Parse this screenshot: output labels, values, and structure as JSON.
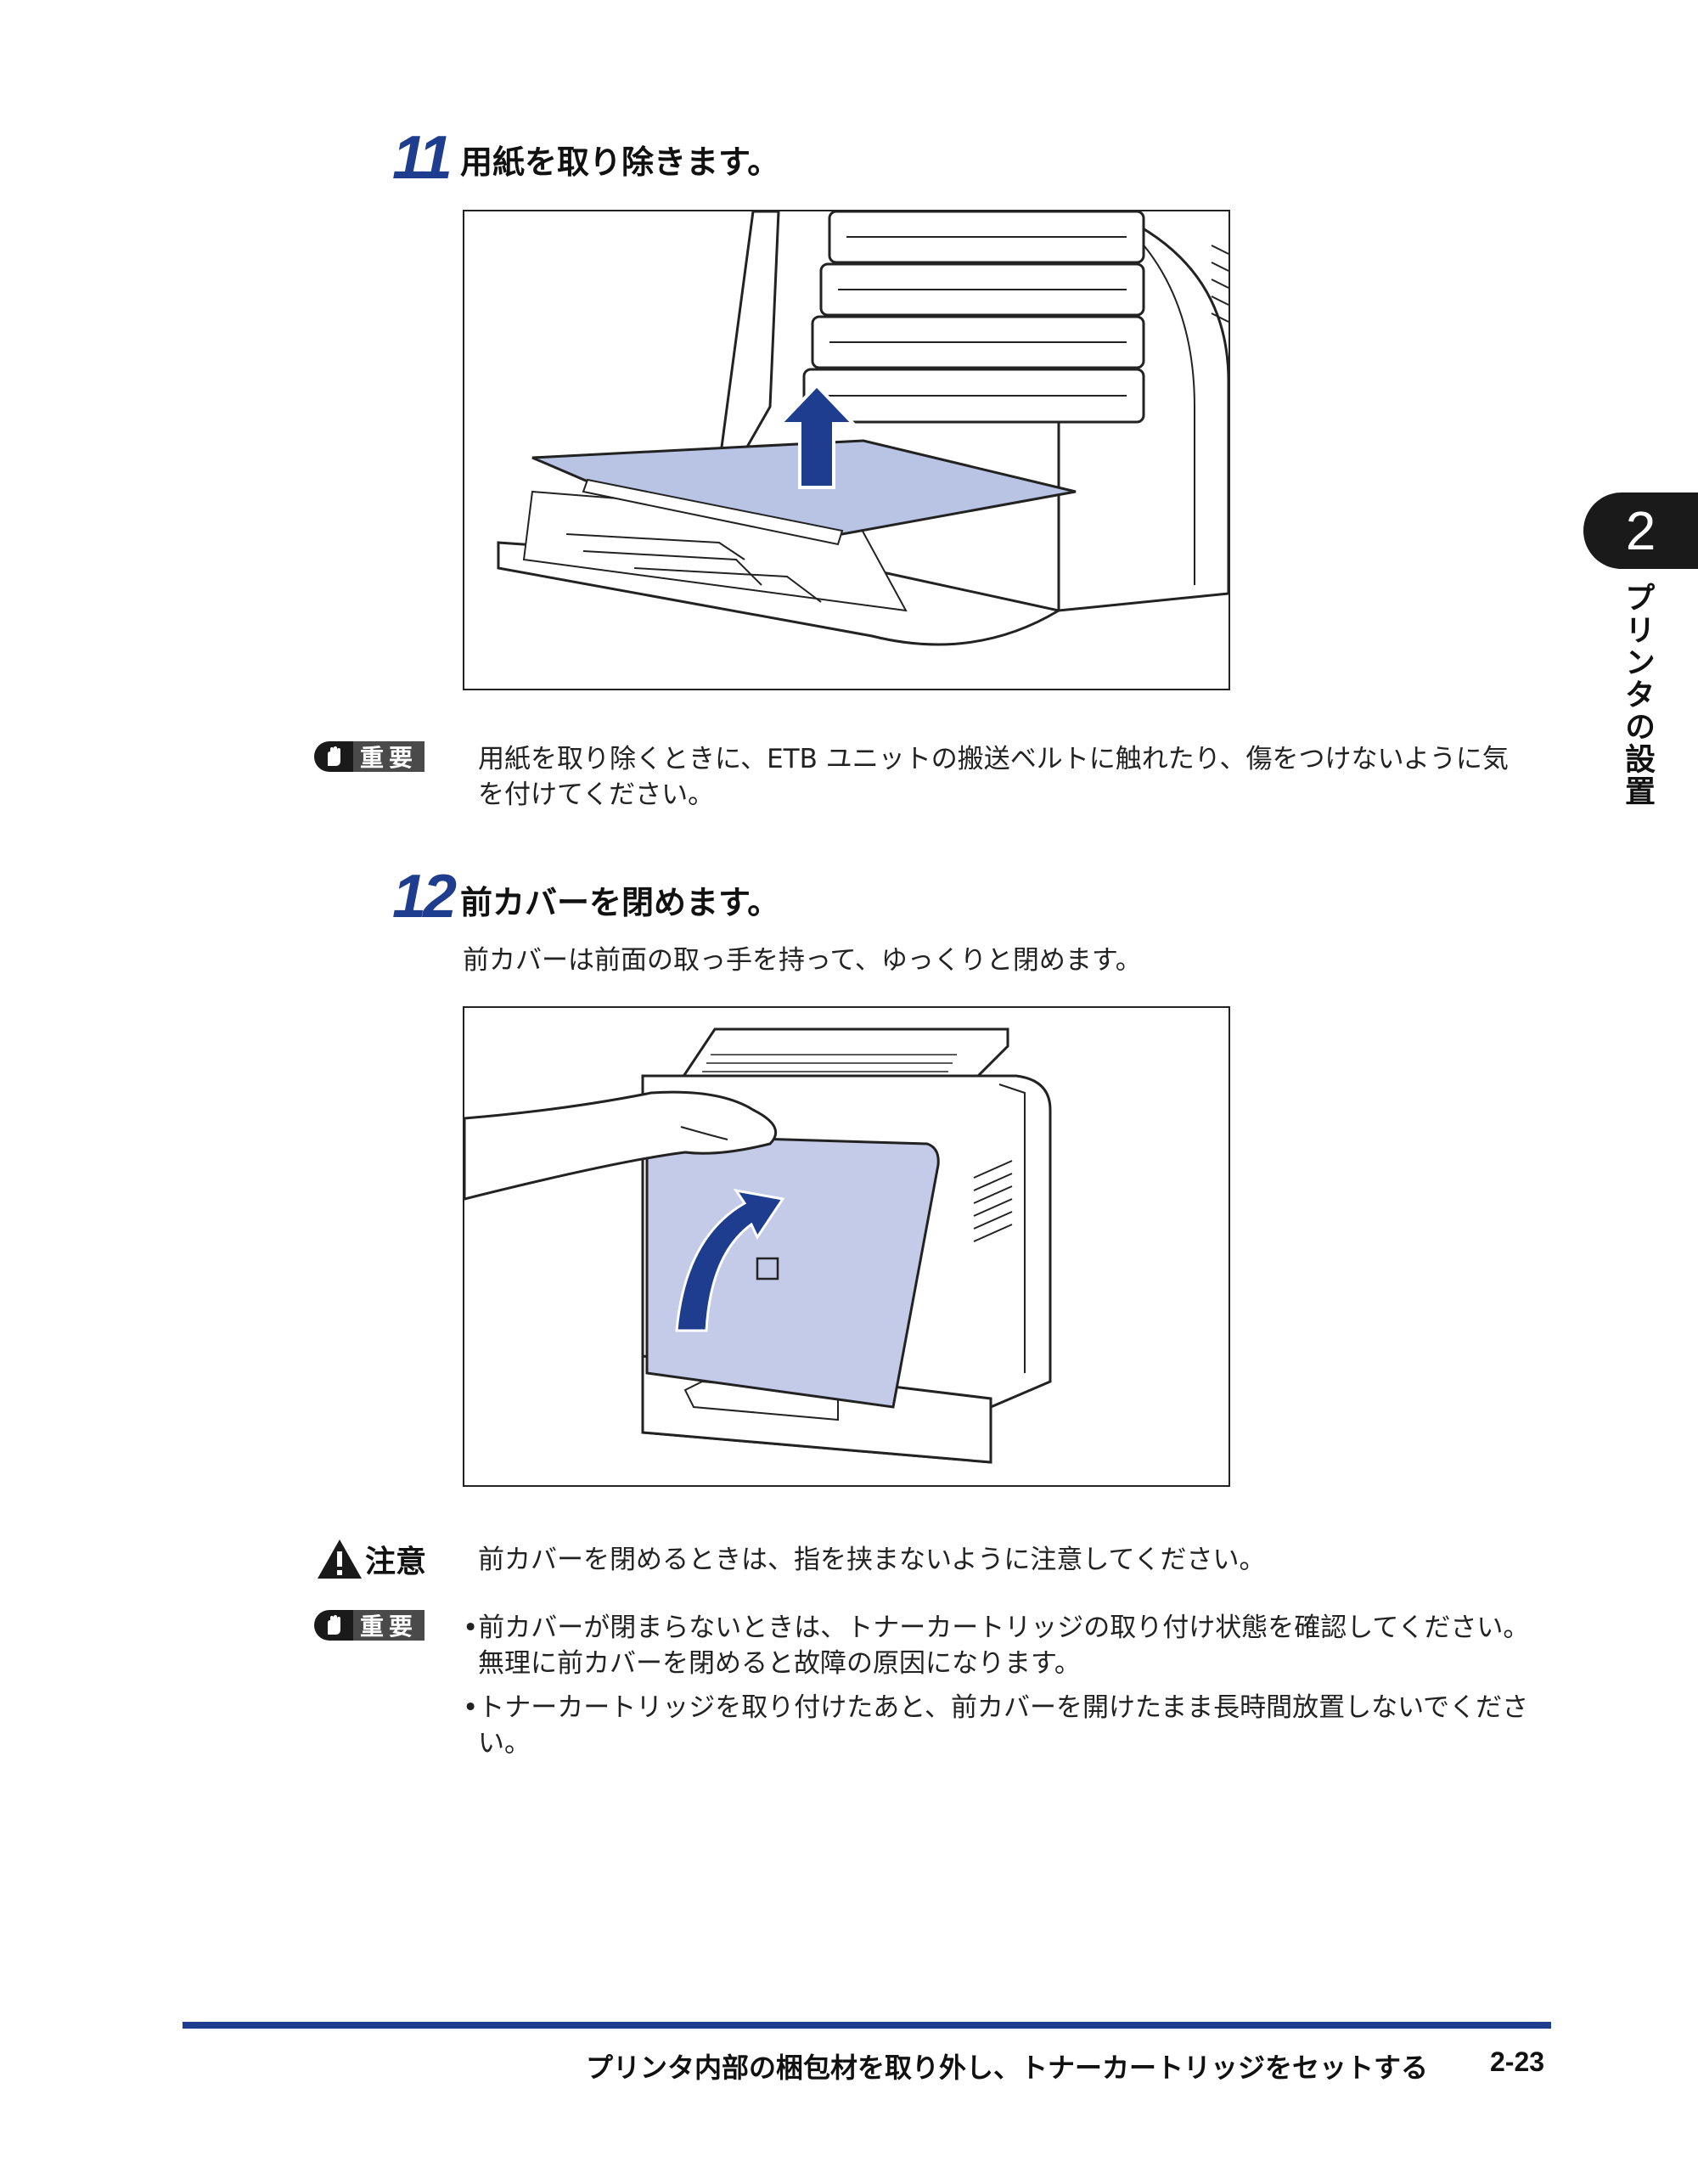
{
  "steps": [
    {
      "number": "11",
      "title": "用紙を取り除きます。"
    },
    {
      "number": "12",
      "title": "前カバーを閉めます。",
      "description": "前カバーは前面の取っ手を持って、ゆっくりと閉めます。"
    }
  ],
  "notes": {
    "important_label": "重要",
    "caution_label": "注意",
    "important_1_line1": "用紙を取り除くときに、ETB ユニットの搬送ベルトに触れたり、傷をつけないように気",
    "important_1_line2": "を付けてください。",
    "caution_1": "前カバーを閉めるときは、指を挟まないように注意してください。",
    "important_2_bullets": [
      {
        "line1": "•前カバーが閉まらないときは、トナーカートリッジの取り付け状態を確認してください。",
        "line2": "無理に前カバーを閉めると故障の原因になります。"
      },
      {
        "line1": "•トナーカートリッジを取り付けたあと、前カバーを開けたまま長時間放置しないでくださ",
        "line2": "い。"
      }
    ]
  },
  "chapter": {
    "number": "2",
    "title": "プリンタの設置"
  },
  "footer": {
    "title": "プリンタ内部の梱包材を取り外し、トナーカートリッジをセットする",
    "page": "2-23"
  },
  "colors": {
    "accent_blue": "#1e3d8f",
    "paper_fill": "#b9c3e3",
    "cover_fill": "#c3cbe8",
    "arrow_blue": "#1e3d8f"
  },
  "icons": {
    "important": "hand-stop-icon",
    "caution": "warning-triangle-icon"
  }
}
